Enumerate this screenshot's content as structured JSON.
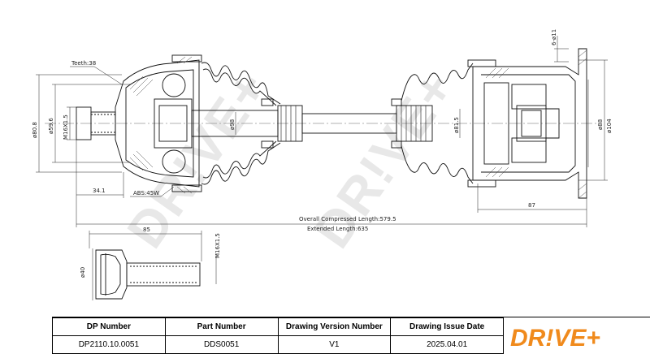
{
  "dimensions": {
    "teeth": "Teeth:38",
    "d80_8": "ø80.8",
    "d59_6": "ø59.6",
    "m16_left": "M16X1.5",
    "d98": "ø98",
    "d81_5": "ø81.5",
    "d88": "ø88",
    "d104": "ø104",
    "d11": "6-ø11",
    "l34_1": "34.1",
    "abs": "ABS:45W",
    "l87": "87",
    "overall": "Overall Compressed Length:579.5",
    "extended": "Extended Length:635",
    "l85": "85",
    "d40": "ø40",
    "m16_bolt": "M16X1.5"
  },
  "watermark": "DR!VE+",
  "title_block": {
    "headers": [
      "DP Number",
      "Part Number",
      "Drawing Version Number",
      "Drawing Issue Date"
    ],
    "values": [
      "DP2110.10.0051",
      "DDS0051",
      "V1",
      "2025.04.01"
    ]
  },
  "logo": {
    "text": "DR!VE+",
    "color": "#f08a1c"
  }
}
